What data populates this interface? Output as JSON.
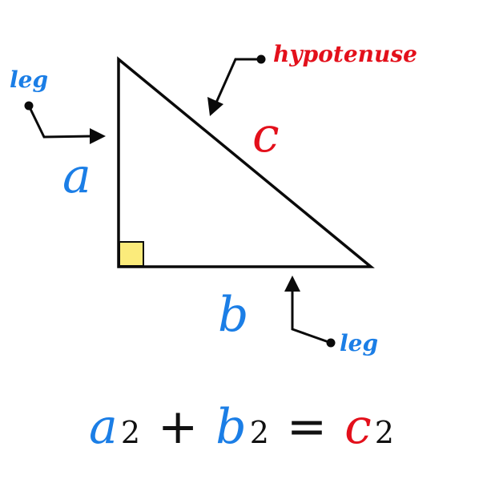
{
  "colors": {
    "leg": "#1b7ee6",
    "hypotenuse": "#e3101b",
    "line": "#0a0a0a",
    "right_angle_fill": "#fbeb7b"
  },
  "labels": {
    "side_a": "a",
    "side_b": "b",
    "side_c": "c",
    "callout_leg_left": "leg",
    "callout_leg_bottom": "leg",
    "callout_hypotenuse": "hypotenuse"
  },
  "equation": {
    "a": "a",
    "b": "b",
    "c": "c",
    "exponent": "2",
    "plus": "+",
    "equals": "="
  }
}
